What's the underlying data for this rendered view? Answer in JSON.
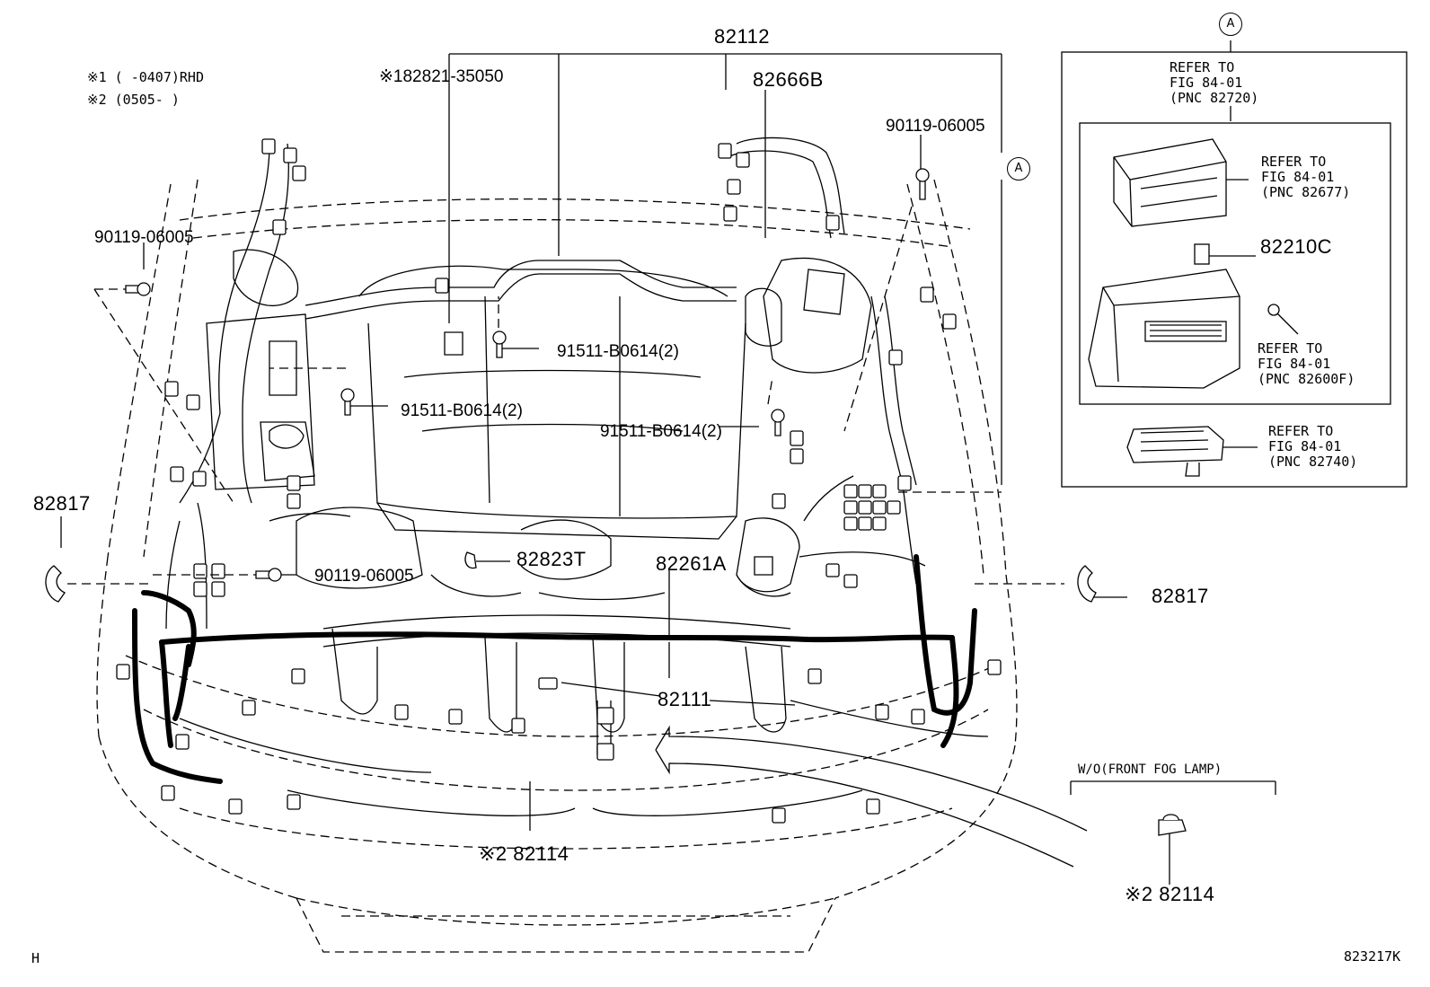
{
  "notes": {
    "note1": "※1 (    -0407)RHD",
    "note2": "※2 (0505-    )"
  },
  "labels": {
    "p82112": "82112",
    "p82821": "※182821-35050",
    "p82666B": "82666B",
    "p90119_tr": "90119-06005",
    "p90119_l": "90119-06005",
    "p91511_c": "91511-B0614(2)",
    "p91511_l": "91511-B0614(2)",
    "p91511_r": "91511-B0614(2)",
    "p82817_l": "82817",
    "p82817_r": "82817",
    "p90119_bl": "90119-06005",
    "p82823T": "82823T",
    "p82261A": "82261A",
    "p82111": "82111",
    "p82114_c": "※2 82114",
    "p82114_r": "※2 82114",
    "p82210C": "82210C",
    "wo_fog": "W/O(FRONT FOG LAMP)",
    "section_id": "H",
    "figure_id": "823217K"
  },
  "callouts": {
    "a_top": "A",
    "a_mid": "A"
  },
  "refs": {
    "r1": "REFER TO\nFIG 84-01\n(PNC 82720)",
    "r2": "REFER TO\nFIG 84-01\n(PNC 82677)",
    "r3": "REFER TO\nFIG 84-01\n(PNC 82600F)",
    "r4": "REFER TO\nFIG 84-01\n(PNC 82740)"
  }
}
